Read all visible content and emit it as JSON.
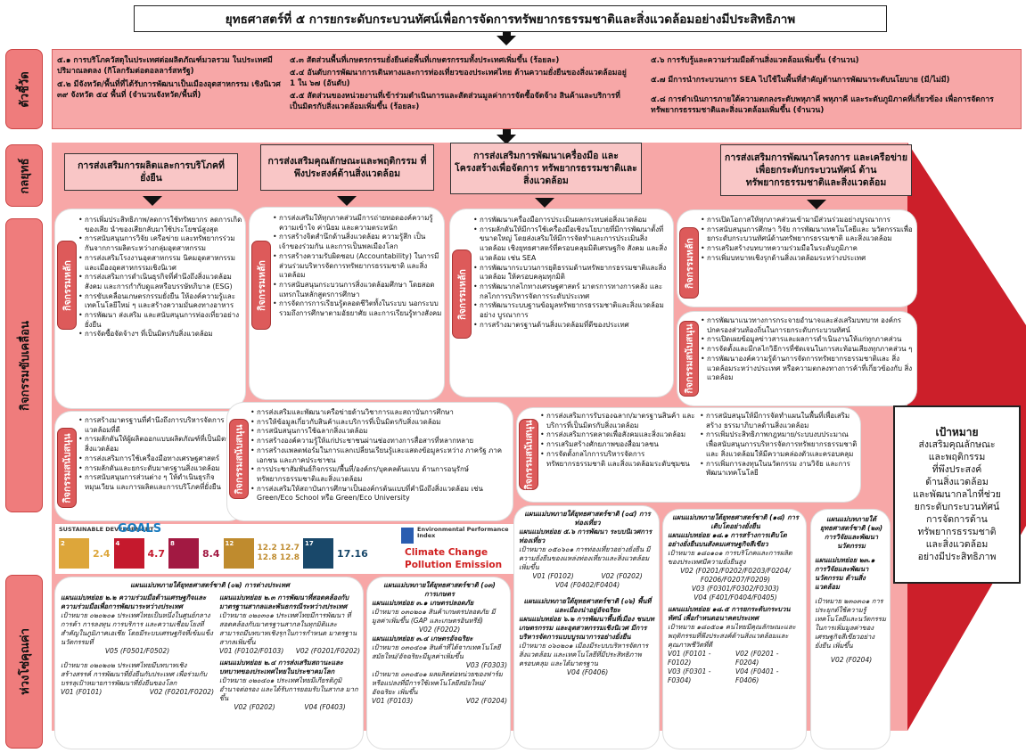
{
  "title": "ยุทธศาสตร์ที่ ๕ การยกระดับกระบวนทัศน์เพื่อการจัดการทรัพยากรธรรมชาติและสิ่งแวดล้อมอย่างมีประสิทธิภาพ",
  "side_labels": {
    "indicators": "ตัวชี้วัด",
    "strategies": "กลยุทธ์",
    "activities": "กิจกรรมขับเคลื่อน",
    "value_chain": "ห่วงโซ่คุณค่า"
  },
  "indicators": {
    "col1": [
      "๕.๑ การบริโภควัสดุในประเทศต่อผลิตภัณฑ์มวลรวม ในประเทศมีปริมาณลดลง (กิโลกรัมต่อดอลลาร์สหรัฐ)",
      "๕.๒ มีจังหวัด/พื้นที่ที่ได้รับการพัฒนาเป็นเมืองอุตสาหกรรม เชิงนิเวศ ๓๙ จังหวัด ๕๔ พื้นที่ (จำนวนจังหวัด/พื้นที่)"
    ],
    "col2": [
      "๕.๓ สัดส่วนพื้นที่เกษตรกรรมยั่งยืนต่อพื้นที่เกษตรกรรมทั้งประเทศเพิ่มขึ้น (ร้อยละ)",
      "๕.๔ อันดับการพัฒนาการเดินทางและการท่องเที่ยวของประเทศไทย ด้านความยั่งยืนของสิ่งแวดล้อมอยู่ 1 ใน ๖๗ (อันดับ)",
      "๕.๕ สัดส่วนของหน่วยงานที่เข้าร่วมดำเนินการและสัดส่วนมูลค่าการจัดซื้อจัดจ้าง สินค้าและบริการที่เป็นมิตรกับสิ่งแวดล้อมเพิ่มขึ้น (ร้อยละ)"
    ],
    "col3": [
      "๕.๖ การรับรู้และความร่วมมือด้านสิ่งแวดล้อมเพิ่มขึ้น (จำนวน)",
      "๕.๗ มีการนำกระบวนการ SEA ไปใช้ในพื้นที่สำคัญด้านการพัฒนาระดับนโยบาย (มี/ไม่มี)",
      "๕.๘ การดำเนินการภายใต้ความตกลงระดับพหุภาคี พหุภาคี และระดับภูมิภาคที่เกี่ยวข้อง เพื่อการจัดการทรัพยากรธรรมชาติและสิ่งแวดล้อมเพิ่มขึ้น (จำนวน)"
    ]
  },
  "strategies": [
    "การส่งเสริมการผลิตและการบริโภคที่ยั่งยืน",
    "การส่งเสริมคุณลักษณะและพฤติกรรม ที่พึงประสงค์ด้านสิ่งแวดล้อม",
    "การส่งเสริมการพัฒนาเครื่องมือ และโครงสร้างเพื่อจัดการ ทรัพยากรธรรมชาติและสิ่งแวดล้อม",
    "การส่งเสริมการพัฒนาโครงการ และเครือข่ายเพื่อยกระดับกระบวนทัศน์ ด้านทรัพยากรธรรมชาติและสิ่งแวดล้อม"
  ],
  "tags": {
    "main": "กิจกรรมหลัก",
    "support": "กิจกรรมสนับสนุน"
  },
  "act1_main": [
    "การเพิ่มประสิทธิภาพ/ลดการใช้ทรัพยากร ลดการเกิดของเสีย นำของเสียกลับมาใช้ประโยชน์สูงสุด",
    "การสนับสนุนการวิจัย เครือข่าย และทรัพยากรร่วมกันจากการผลิตระหว่างกลุ่มอุตสาหกรรม",
    "การส่งเสริมโรงงานอุตสาหกรรม นิคมอุตสาหกรรม และเมืองอุตสาหกรรมเชิงนิเวศ",
    "การส่งเสริมการดำเนินธุรกิจที่คำนึงถึงสิ่งแวดล้อม สังคม และการกำกับดูแลหรือบรรษัทภิบาล (ESG)",
    "การขับเคลื่อนเกษตรกรรมยั่งยืน ให้องค์ความรู้และเทคโนโลยีใหม่ ๆ และสร้างความมั่นคงทางอาหาร",
    "การพัฒนา ส่งเสริม และสนับสนุนการท่องเที่ยวอย่างยั่งยืน",
    "การจัดซื้อจัดจ้างฯ ที่เป็นมิตรกับสิ่งแวดล้อม"
  ],
  "act1_support": [
    "การสร้างมาตรฐานที่คำนึงถึงการบริหารจัดการ สิ่งแวดล้อมที่ดี",
    "การผลักดันให้ผู้ผลิตออกแบบผลิตภัณฑ์ที่เป็นมิตร กับสิ่งแวดล้อม",
    "การส่งเสริมการใช้เครื่องมือทางเศรษฐศาสตร์",
    "การผลักดันและยกระดับมาตรฐานสิ่งแวดล้อม",
    "การสนับสนุนการส่วนต่าง ๆ ให้ดำเนินธุรกิจ หมุนเวียน และการผลิตและการบริโภคที่ยั่งยืน"
  ],
  "act2_main": [
    "การส่งเสริมให้ทุกภาคส่วนมีการถ่ายทอดองค์ความรู้ ความเข้าใจ ค่านิยม และความตระหนัก",
    "การสร้างจิตสำนึกด้านสิ่งแวดล้อม ความรู้สึก เป็นเจ้าของร่วมกัน และการเป็นพลเมืองโลก",
    "การสร้างความรับผิดชอบ (Accountability) ในการมีส่วนร่วมบริหารจัดการทรัพยากรธรรมชาติ และสิ่งแวดล้อม",
    "การสนับสนุนกระบวนการสิ่งแวดล้อมศึกษา โดยสอดแทรกในหลักสูตรการศึกษา",
    "การจัดการการเรียนรู้ตลอดชีวิตทั้งในระบบ นอกระบบ รวมถึงการศึกษาตามอัธยาศัย และการเรียนรู้ทางสังคม"
  ],
  "act2_support": [
    "การส่งเสริมและพัฒนาเครือข่ายด้านวิชาการและสถาบันการศึกษา",
    "การให้ข้อมูลเกี่ยวกับสินค้าและบริการที่เป็นมิตรกับสิ่งแวดล้อม",
    "การสนับสนุนการใช้ฉลากสิ่งแวดล้อม",
    "การสร้างองค์ความรู้ให้แก่ประชาชนผ่านช่องทางการสื่อสารที่หลากหลาย",
    "การสร้างแพลตฟอร์มในการแลกเปลี่ยนเรียนรู้และแสดงข้อมูลระหว่าง ภาครัฐ ภาคเอกชน และภาคประชาชน",
    "การประชาสัมพันธ์กิจกรรม/พื้นที่/องค์กร/บุคคลต้นแบบ ด้านการอนุรักษ์ทรัพยากรธรรมชาติและสิ่งแวดล้อม",
    "การส่งเสริมให้สถาบันการศึกษาเป็นองค์กรต้นแบบที่คำนึงถึงสิ่งแวดล้อม เช่น Green/Eco School หรือ Green/Eco University"
  ],
  "act3_main": [
    "การพัฒนาเครื่องมือการประเมินผลกระทบต่อสิ่งแวดล้อม",
    "การผลักดันให้มีการใช้เครื่องมือเชิงนโยบายที่มีการพัฒนาตั้งที่ ขนาดใหญ่ โดยส่งเสริมให้มีการจัดทำและการประเมินสิ่งแวดล้อม เชิงยุทธศาสตร์ที่ครอบคลุมมิติเศรษฐกิจ สังคม และสิ่งแวดล้อม เช่น SEA",
    "การพัฒนากระบวนการยุติธรรมด้านทรัพยากรธรรมชาติและสิ่งแวดล้อม ให้ครอบคลุมทุกมิติ",
    "การพัฒนากลไกทางเศรษฐศาสตร์ มาตรการทางการคลัง และกลไกการบริหารจัดการระดับประเทศ",
    "การพัฒนาระบบฐานข้อมูลทรัพยากรธรรมชาติและสิ่งแวดล้อมอย่าง บูรณาการ",
    "การสร้างมาตรฐานด้านสิ่งแวดล้อมที่ดีของประเทศ"
  ],
  "act3_support_left": [
    "การส่งเสริมการรับรองฉลาก/มาตรฐานสินค้า และบริการที่เป็นมิตรกับสิ่งแวดล้อม",
    "การส่งเสริมการตลาดเพื่อสังคมและสิ่งแวดล้อม",
    "การเสริมสร้างศักยภาพของสื่อมวลชน",
    "การจัดตั้งกลไกการบริหารจัดการทรัพยากรธรรมชาติ และสิ่งแวดล้อมระดับชุมชน"
  ],
  "act3_support_right": [
    "การสนับสนุนให้มีการจัดทำแผนในพื้นที่เพื่อเสริมสร้าง ธรรมาภิบาลด้านสิ่งแวดล้อม",
    "การเพิ่มประสิทธิภาพกฎหมาย/ระบบงบประมาณ เพื่อสนับสนุนการบริหารจัดการทรัพยากรธรรมชาติและ สิ่งแวดล้อมให้มีความคล่องตัวและครอบคลุม",
    "การเพิ่มการลงทุนในนวัตกรรม งานวิจัย และการพัฒนาเทคโนโลยี"
  ],
  "act4_main": [
    "การเปิดโอกาสให้ทุกภาคส่วนเข้ามามีส่วนร่วมอย่างบูรณาการ",
    "การสนับสนุนการศึกษา วิจัย การพัฒนาเทคโนโลยีและ นวัตกรรมเพื่อยกระดับกระบวนทัศน์ด้านทรัพยากรธรรมชาติ และสิ่งแวดล้อม",
    "การเสริมสร้างบทบาทความร่วมมือในระดับภูมิภาค",
    "การเพิ่มบทบาทเชิงรุกด้านสิ่งแวดล้อมระหว่างประเทศ"
  ],
  "act4_support": [
    "การพัฒนาแนวทางการกระจายอำนาจและส่งเสริมบทบาท องค์กรปกครองส่วนท้องถิ่นในการยกระดับกระบวนทัศน์",
    "การเปิดเผยข้อมูลข่าวสารและผลการดำเนินงานให้แก่ทุกภาคส่วน",
    "การจัดตั้งและมีกลไกวิธีการที่ชัดเจนในการสะท้อนเสียงทุกภาคส่วน ๆ",
    "การพัฒนาองค์ความรู้ด้านการจัดการทรัพยากรธรรมชาติและ สิ่งแวดล้อมระหว่างประเทศ หรือความตกลงทางการค้าที่เกี่ยวข้องกับ สิ่งแวดล้อม"
  ],
  "goal": {
    "heading": "เป้าหมาย",
    "lines": [
      "ส่งเสริมคุณลักษณะ",
      "และพฤติกรรม",
      "ที่พึงประสงค์",
      "ด้านสิ่งแวดล้อม",
      "และพัฒนากลไกที่ช่วย",
      "ยกระดับกระบวนทัศน์",
      "การจัดการด้าน",
      "ทรัพยากรธรรมชาติ",
      "และสิ่งแวดล้อม",
      "อย่างมีประสิทธิภาพ"
    ]
  },
  "sdg": {
    "brand": "SUSTAINABLE DEVELOPMENT",
    "goals": "GOALS",
    "t1": [
      "2",
      "2.4"
    ],
    "t2": [
      "4",
      "4.7"
    ],
    "t3": [
      "8",
      "8.4"
    ],
    "t4": [
      "12",
      "12.2 12.7",
      "12.8 12.8"
    ],
    "t5": [
      "17",
      "17.16"
    ],
    "epi1": "Environmental Performance Index",
    "epi2": "Climate Change",
    "epi3": "Pollution Emission"
  },
  "plans": {
    "p1_title": "แผนแม่บทภายใต้ยุทธศาสตร์ชาติ (๐๒) การต่างประเทศ",
    "p1a": "แผนแม่บทย่อย ๒.๒ ความร่วมมือด้านเศรษฐกิจและ ความร่วมมือเพื่อการพัฒนาระหว่างประเทศ",
    "p1a_goal": "เป้าหมาย ๐๒๐๒๐๑ ประเทศไทยเป็นหนึ่งในศูนย์กลาง การค้า การลงทุน การบริการ และความเชื่อมโยงที่ สำคัญในภูมิภาคเอเชีย โดยมีระบบเศรษฐกิจที่เข้มแข็ง นวัตกรรมที่",
    "p1a_v": "V05 (F0501/F0502)",
    "p1b_goal": "เป้าหมาย ๐๒๐๒๐๒ ประเทศไทยมีบทบาทเชิงสร้างสรรค์ การพัฒนาที่ยั่งยืนกับประเทศ เพื่อร่วมกับ บรรลุเป้าหมายการพัฒนาที่ยั่งยืนของโลก",
    "p1b_v1": "V01 (F0101)",
    "p1b_v2": "V02 (F0201/F0202)",
    "p2a": "แผนแม่บทย่อย ๒.๓ การพัฒนาที่สอดคล้องกับ มาตรฐานสากลและพันธกรณีระหว่างประเทศ",
    "p2a_goal": "เป้าหมาย ๐๒๐๓๐๑ ประเทศไทยมีการพัฒนา ที่สอดคล้องกับมาตรฐานสากลในทุกมิติและ สามารถมีบทบาทเชิงรุกในการกำหนด มาตรฐานสากลเพิ่มขึ้น",
    "p2a_v1": "V01 (F0102/F0103)",
    "p2a_v2": "V02 (F0201/F0202)",
    "p2b": "แผนแม่บทย่อย ๒.๔ การส่งเสริมสถานะและ บทบาทของประเทศไทยในประชาคมโลก",
    "p2b_goal": "เป้าหมาย ๐๒๐๔๐๑ ประเทศไทยมีเกียรติภูมิ อำนาจต่อรอง และได้รับการยอมรับในสากล มากขึ้น",
    "p2b_v1": "V02 (F0202)",
    "p2b_v2": "V04 (F0403)",
    "p3_title": "แผนแม่บทภายใต้ยุทธศาสตร์ชาติ (๐๓) การเกษตร",
    "p3a": "แผนแม่บทย่อย ๓.๑ เกษตรปลอดภัย",
    "p3a_goal": "เป้าหมาย ๐๓๐๒๐๑ สินค้าเกษตรปลอดภัย มีมูลค่าเพิ่มขึ้น (GAP และเกษตรอินทรีย์)",
    "p3a_v": "V02 (F0202)",
    "p3b": "แผนแม่บทย่อย ๓.๔ เกษตรอัจฉริยะ",
    "p3b_goal": "เป้าหมาย ๐๓๐๔๐๑ สินค้าที่ได้จากเทคโนโลยี สมัยใหม่/อัจฉริยะมีมูลค่าเพิ่มขึ้น",
    "p3b_v": "V03 (F0303)",
    "p3c_goal": "เป้าหมาย ๐๓๐๕๐๑ ผลผลิตต่อหน่วยของฟาร์ม หรือแปลงที่มีการใช้เทคโนโลยีสมัยใหม่/อัจฉริยะ เพิ่มขึ้น",
    "p3c_v1": "V01 (F0103)",
    "p3c_v2": "V02 (F0204)",
    "p4_title": "แผนแม่บทภายใต้ยุทธศาสตร์ชาติ (๐๔) การท่องเที่ยว",
    "p4a": "แผนแม่บทย่อย ๕.๖ การพัฒนา ระบบนิเวศการท่องเที่ยว",
    "p4a_goal": "เป้าหมาย ๐๕๐๖๐๑ การท่องเที่ยวอย่างยั่งยืน มีความยั่งยืนของแหล่งท่องเที่ยวและสิ่งแวดล้อมเพิ่มขึ้น",
    "p4a_v1": "V01 (F0102)",
    "p4a_v2": "V02 (F0202)",
    "p4a_v3": "V04 (F0402/F0404)",
    "p5_title": "แผนแม่บทภายใต้ยุทธศาสตร์ชาติ (๐๖) พื้นที่และเมืองน่าอยู่อัจฉริยะ",
    "p5a": "แผนแม่บทย่อย ๖.๒ การพัฒนาพื้นที่เมือง ชนบท เกษตรกรรม และอุตสาหกรรมเชิงนิเวศ มีการบริหารจัดการแบบบูรณาการอย่างยั่งยืน",
    "p5a_goal": "เป้าหมาย ๐๖๐๒๐๑ เมืองมีระบบบริหารจัดการ สิ่งแวดล้อม และเทคโนโลยีที่มีประสิทธิภาพ ครอบคลุม และได้มาตรฐาน",
    "p5a_v": "V04 (F0406)",
    "p6_title": "แผนแม่บทภายใต้ยุทธศาสตร์ชาติ (๑๘) การเติบโตอย่างยั่งยืน",
    "p6a": "แผนแม่บทย่อย ๑๘.๑ การสร้างการเติบโต อย่างยั่งยืนบนสังคมเศรษฐกิจสีเขียว",
    "p6a_goal": "เป้าหมาย ๑๘๐๑๐๑ การบริโภคและการผลิต ของประเทศมีความยั่งยืนสูง",
    "p6a_v1": "V02 (F0201/F0202/F0203/F0204/ F0206/F0207/F0209)",
    "p6a_v2": "V03 (F0301/F0302/F0303)",
    "p6a_v3": "V04 (F401/F0404/F0405)",
    "p6b": "แผนแม่บทย่อย ๑๘.๕ การยกระดับกระบวนทัศน์ เพื่อกำหนดอนาคตประเทศ",
    "p6b_goal": "เป้าหมาย ๑๘๐๕๐๑ คนไทยมีคุณลักษณะและ พฤติกรรมที่พึงประสงค์ด้านสิ่งแวดล้อมและ คุณภาพชีวิตที่ดี",
    "p6b_v1": "V01 (F0101 - F0102)",
    "p6b_v2": "V02 (F0201 - F0204)",
    "p6b_v3": "V03 (F0301 - F0304)",
    "p6b_v4": "V04 (F0401 - F0406)",
    "p7_title": "แผนแม่บทภายใต้ ยุทธศาสตร์ชาติ (๒๓) การวิจัยและพัฒนานวัตกรรม",
    "p7a": "แผนแม่บทย่อย ๒๓.๑ การวิจัยและพัฒนานวัตกรรม ด้านสิ่งแวดล้อม",
    "p7a_goal": "เป้าหมาย ๒๓๐๓๐๑ การประยุกต์ใช้ความรู้ เทคโนโลยีและนวัตกรรม ในการเพิ่มมูลค่าของ เศรษฐกิจสีเขียวอย่างยั่งยืน เพิ่มขึ้น",
    "p7a_v": "V02 (F0204)"
  },
  "colors": {
    "red_band": "#f7a7a7",
    "side": "#ef7c7c",
    "tag": "#dd5a5a",
    "strategy": "#f9c6c6",
    "wedge": "#cc1f2a"
  }
}
